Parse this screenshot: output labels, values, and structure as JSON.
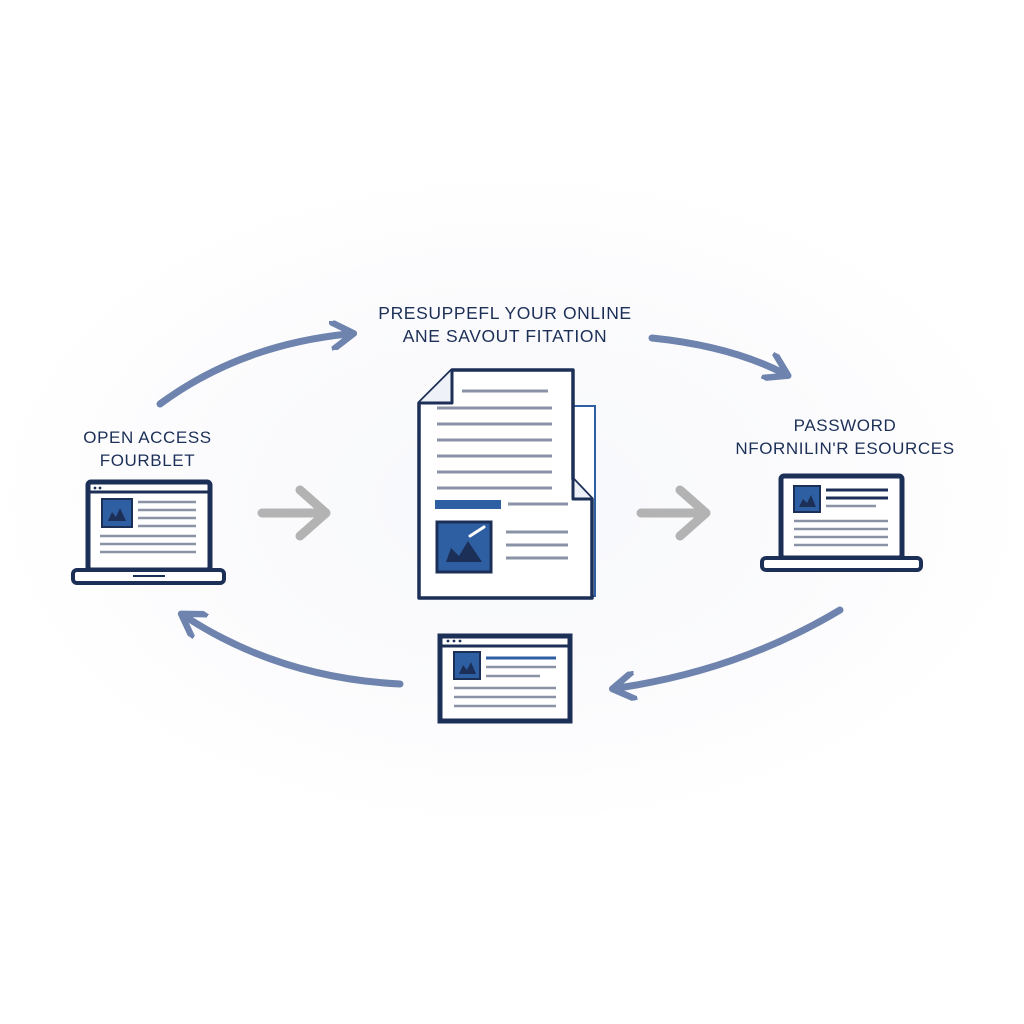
{
  "top_label": {
    "line1": "PRESUPPEFL YOUR ONLINE",
    "line2": "ANE SAVOUT FITATION"
  },
  "left_label": {
    "line1": "OPEN ACCESS",
    "line2": "FOURBLET"
  },
  "right_label": {
    "line1": "PASSWORD",
    "line2": "NFORNILIN'R ESOURCES"
  },
  "colors": {
    "navy": "#1c2f57",
    "accent_blue": "#2f5fa3",
    "arrow_blue": "#6e83ad",
    "arrow_gray": "#b3b3b3",
    "text_line_gray": "#8a93a6"
  },
  "icons": [
    "laptop-icon",
    "document-icon",
    "browser-window-icon",
    "image-thumbnail-icon"
  ]
}
